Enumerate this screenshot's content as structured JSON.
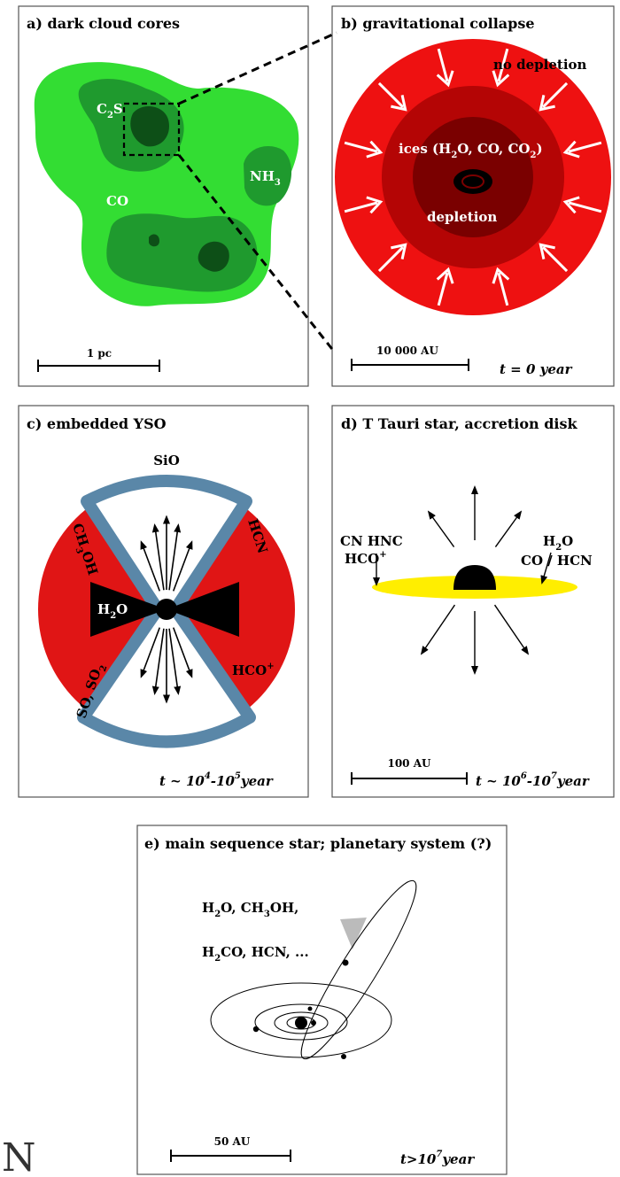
{
  "panels": {
    "a": {
      "title": "a) dark cloud cores",
      "c2s": "C",
      "c2s_sub": "2",
      "c2s_tail": "S",
      "nh3": "NH",
      "nh3_sub": "3",
      "co": "CO",
      "scale": "1 pc"
    },
    "b": {
      "title": "b) gravitational collapse",
      "no_depletion": "no depletion",
      "ices_a": "ices (H",
      "ices_s1": "2",
      "ices_b": "O, CO, CO",
      "ices_s2": "2",
      "ices_c": ")",
      "depletion": "depletion",
      "scale": "10 000 AU",
      "time": "t = 0  year"
    },
    "c": {
      "title": "c) embedded YSO",
      "sio": "SiO",
      "ch3oh_a": "CH",
      "ch3oh_s": "3",
      "ch3oh_b": "OH",
      "hcn": "HCN",
      "h2o_a": "H",
      "h2o_s": "2",
      "h2o_b": "O",
      "so_a": "SO, SO",
      "so_s": "2",
      "hco_a": "HCO",
      "hco_sup": "+",
      "time_a": "t ~ 10",
      "time_e1": "4",
      "time_b": "-10",
      "time_e2": "5",
      "time_c": "year"
    },
    "d": {
      "title": "d) T Tauri star, accretion disk",
      "cn_hnc": "CN HNC",
      "hco_a": "HCO",
      "hco_sup": "+",
      "h2o_a": "H",
      "h2o_s": "2",
      "h2o_b": "O",
      "co_hcn": "CO / HCN",
      "scale": "100 AU",
      "time_a": "t ~ 10",
      "time_e1": "6",
      "time_b": "-10",
      "time_e2": "7",
      "time_c": "year"
    },
    "e": {
      "title": "e) main sequence star; planetary system (?)",
      "line1_a": "H",
      "line1_s1": "2",
      "line1_b": "O, CH",
      "line1_s2": "3",
      "line1_c": "OH,",
      "line2_a": "H",
      "line2_s": "2",
      "line2_b": "CO, HCN, ...",
      "scale": "50 AU",
      "time_a": "t>10",
      "time_e": "7",
      "time_b": "year"
    }
  },
  "margin_glyph": "N",
  "colors": {
    "cloud_light": "#33dd33",
    "cloud_mid": "#1f9a2e",
    "cloud_dark": "#0d4f17",
    "collapse_outer": "#ee1111",
    "collapse_mid": "#b40505",
    "collapse_inner": "#7a0000",
    "outflow_wall": "#5a87a8",
    "envelope": "#e01515",
    "disk": "#ffee00",
    "comet_tail": "#bbbbbb"
  }
}
